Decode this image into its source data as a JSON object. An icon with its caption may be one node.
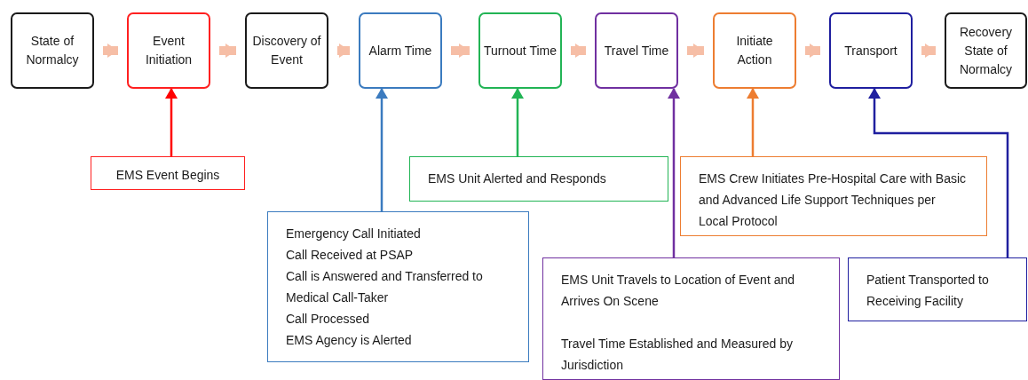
{
  "diagram": {
    "nodes": [
      {
        "text": [
          "State of Normalcy"
        ]
      },
      {
        "text": [
          "Event Initiation"
        ]
      },
      {
        "text": [
          "Discovery of Event"
        ]
      },
      {
        "text": [
          "Alarm Time"
        ]
      },
      {
        "text": [
          "Turnout Time"
        ]
      },
      {
        "text": [
          "Travel Time"
        ]
      },
      {
        "text": [
          "Initiate Action"
        ]
      },
      {
        "text": [
          "Transport"
        ]
      },
      {
        "text": [
          "Recovery",
          "State of Normalcy"
        ]
      },
      {
        "text": [
          "EMS Event Begins"
        ]
      },
      {
        "text": [
          "Emergency Call Initiated",
          "Call Received at PSAP",
          "Call is Answered and Transferred to Medical Call-Taker",
          "Call Processed",
          "EMS Agency is Alerted"
        ]
      },
      {
        "text": [
          "EMS Unit Alerted and Responds"
        ]
      },
      {
        "text": [
          "EMS Crew Initiates Pre-Hospital Care with Basic and Advanced Life Support Techniques per Local Protocol"
        ]
      },
      {
        "text": [
          "EMS Unit Travels to Location of Event and Arrives On Scene",
          "Travel Time Established and Measured by Jurisdiction"
        ]
      },
      {
        "text": [
          "Patient Transported to Receiving Facility"
        ]
      }
    ],
    "edges": [
      {
        "from": 0,
        "to": 1,
        "arrow": "to"
      },
      {
        "from": 1,
        "to": 2,
        "arrow": "to"
      },
      {
        "from": 2,
        "to": 3,
        "arrow": "to"
      },
      {
        "from": 3,
        "to": 4,
        "arrow": "to"
      },
      {
        "from": 4,
        "to": 5,
        "arrow": "to"
      },
      {
        "from": 5,
        "to": 6,
        "arrow": "to"
      },
      {
        "from": 6,
        "to": 7,
        "arrow": "to"
      },
      {
        "from": 7,
        "to": 8,
        "arrow": "to"
      },
      {
        "from": 9,
        "to": 1,
        "arrow": "to",
        "color": "#ff0000"
      },
      {
        "from": 10,
        "to": 3,
        "arrow": "to",
        "color": "#3b7bbf"
      },
      {
        "from": 11,
        "to": 4,
        "arrow": "to",
        "color": "#22b455"
      },
      {
        "from": 13,
        "to": 5,
        "arrow": "to",
        "color": "#7030a0"
      },
      {
        "from": 12,
        "to": 6,
        "arrow": "to",
        "color": "#ed7d31"
      },
      {
        "from": 14,
        "to": 7,
        "arrow": "to",
        "color": "#1f1f9f"
      }
    ]
  }
}
